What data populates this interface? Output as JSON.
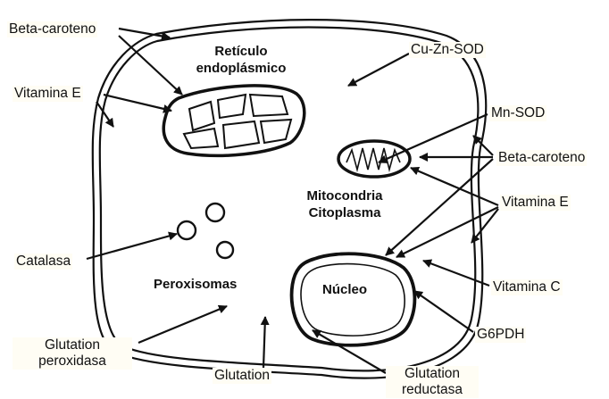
{
  "organelles": {
    "reticulo_line1": "Retículo",
    "reticulo_line2": "endoplásmico",
    "mitocondria": "Mitocondria",
    "citoplasma": "Citoplasma",
    "peroxisomas": "Peroxisomas",
    "nucleo": "Núcleo"
  },
  "labels": {
    "beta_caroteno_left": "Beta-caroteno",
    "vitamina_e_left": "Vitamina E",
    "catalasa": "Catalasa",
    "glutation_peroxidasa_line1": "Glutation",
    "glutation_peroxidasa_line2": "peroxidasa",
    "glutation": "Glutation",
    "glutation_reductasa_line1": "Glutation",
    "glutation_reductasa_line2": "reductasa",
    "cu_zn_sod": "Cu-Zn-SOD",
    "mn_sod": "Mn-SOD",
    "beta_caroteno_right": "Beta-caroteno",
    "vitamina_e_right": "Vitamina E",
    "vitamina_c": "Vitamina C",
    "g6pdh": "G6PDH"
  },
  "colors": {
    "ink": "#111111",
    "label_background": "#fffdf4"
  }
}
